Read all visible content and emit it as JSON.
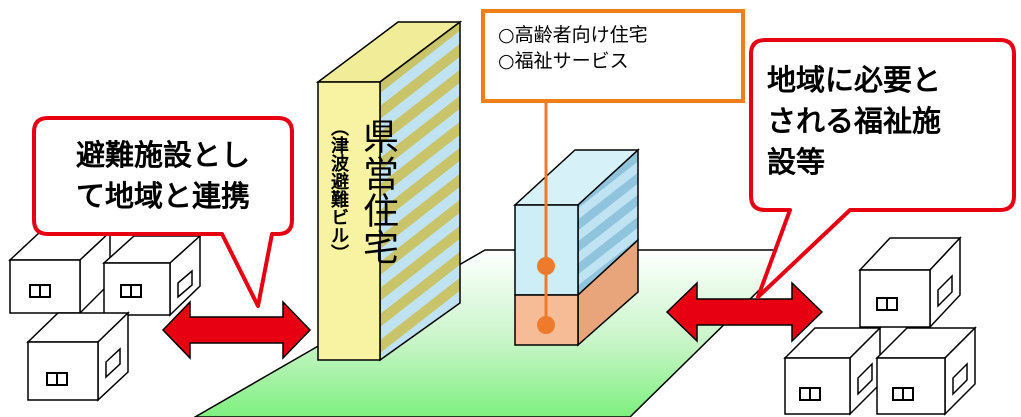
{
  "callouts": {
    "left": {
      "line1": "避難施設とし",
      "line2": "て地域と連携"
    },
    "right": {
      "line1": "地域に必要と",
      "line2": "される福祉施",
      "line3": "設等"
    }
  },
  "info_box": {
    "line1": "○高齢者向け住宅",
    "line2": "○福祉サービス"
  },
  "tower": {
    "title": "県営住宅",
    "subtitle": "（津波避難ビル）"
  },
  "colors": {
    "callout_border": "#e60012",
    "arrow_fill": "#e60012",
    "info_border": "#f07f1a",
    "ground_green": "#7ef07e",
    "tower_face": "#f7f3a3",
    "stripe_olive": "#c9c36a",
    "stripe_blue": "#bfe3f3",
    "facility_blue": "#cdeef7",
    "facility_peach": "#f6bc95",
    "dot_orange": "#ee7b2c"
  }
}
